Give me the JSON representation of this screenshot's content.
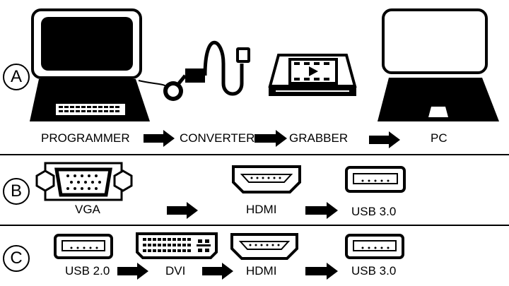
{
  "rows": {
    "a": {
      "marker": "A",
      "labels": {
        "programmer": "PROGRAMMER",
        "converter": "CONVERTER",
        "grabber": "GRABBER",
        "pc": "PC"
      }
    },
    "b": {
      "marker": "B",
      "labels": {
        "vga": "VGA",
        "hdmi": "HDMI",
        "usb3": "USB 3.0"
      }
    },
    "c": {
      "marker": "C",
      "labels": {
        "usb2": "USB 2.0",
        "dvi": "DVI",
        "hdmi": "HDMI",
        "usb3": "USB 3.0"
      }
    }
  },
  "icons": {
    "laptop": "laptop-icon",
    "converter": "converter-cable-icon",
    "grabber": "capture-device-icon",
    "pc": "pc-laptop-icon",
    "vga": "vga-connector-icon",
    "hdmi": "hdmi-connector-icon",
    "usb": "usb-connector-icon",
    "dvi": "dvi-connector-icon",
    "arrow": "right-arrow-icon"
  },
  "colors": {
    "ink": "#000000",
    "background": "#ffffff"
  }
}
